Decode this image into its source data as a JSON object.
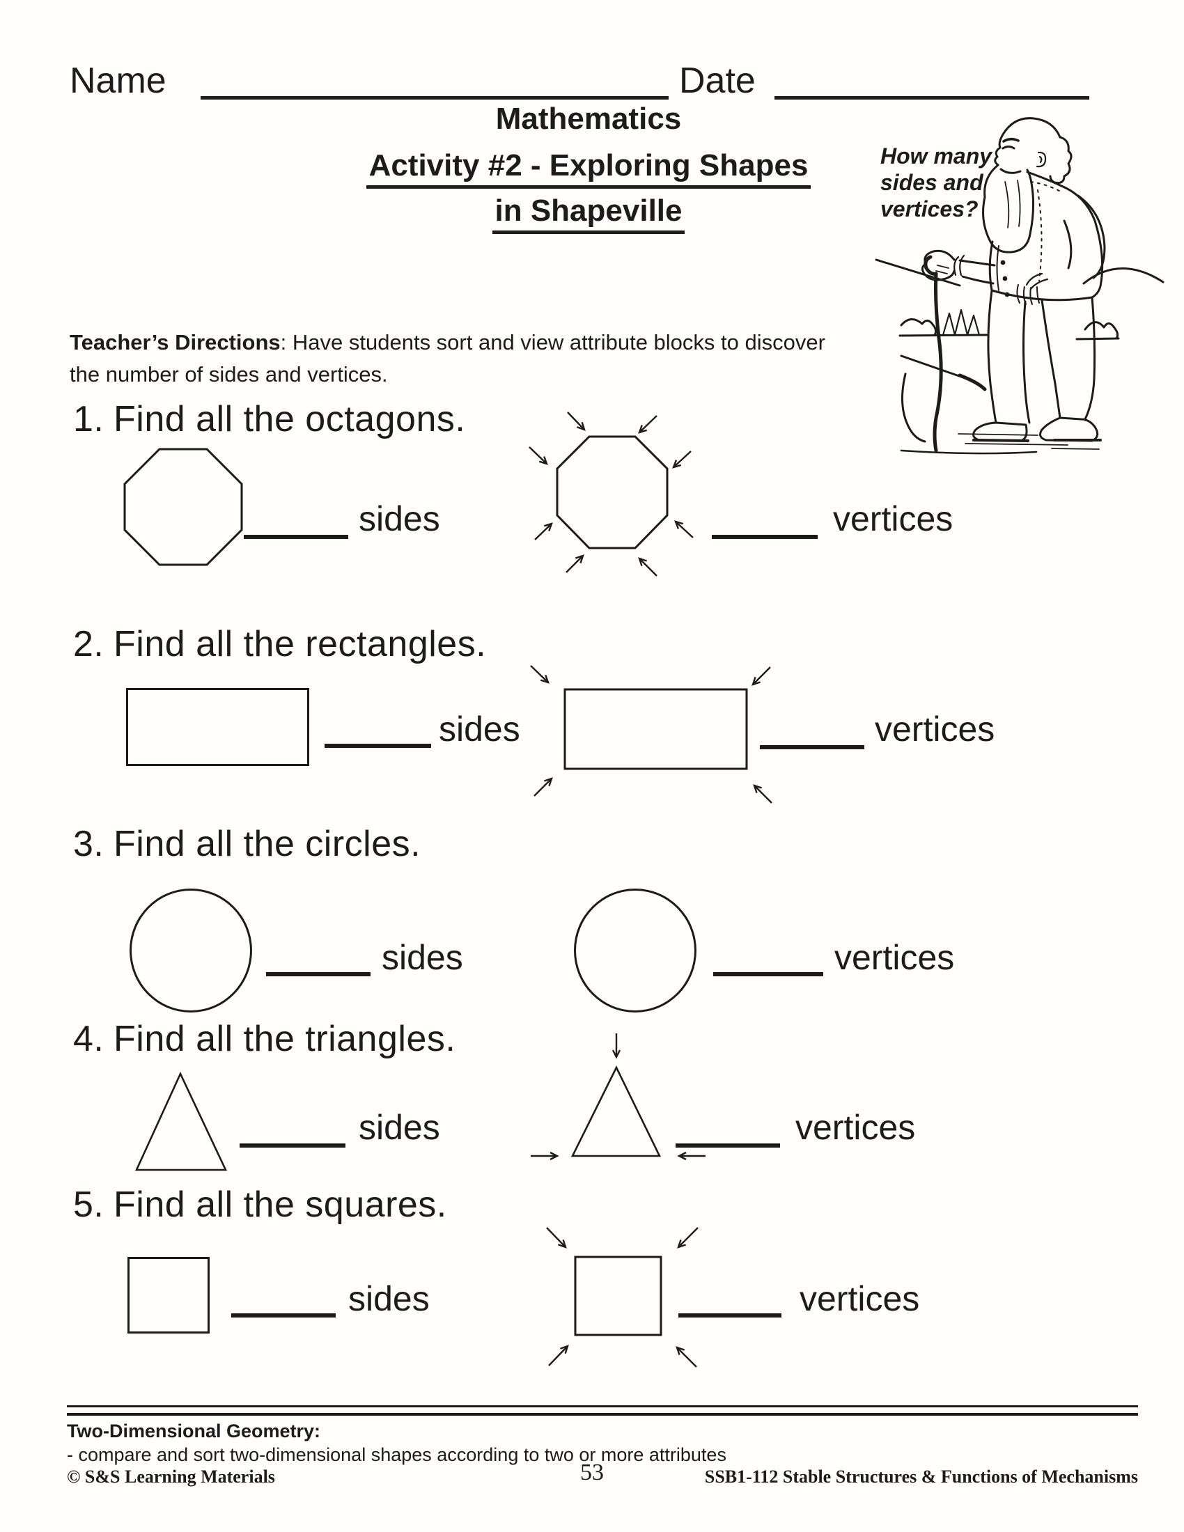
{
  "header": {
    "name_label": "Name",
    "date_label": "Date",
    "subject": "Mathematics",
    "title_line1": "Activity #2 - Exploring Shapes",
    "title_line2": "in Shapeville"
  },
  "illustration": {
    "caption_line1": "How many",
    "caption_line2": "sides and",
    "caption_line3": "vertices?"
  },
  "directions": {
    "label": "Teacher’s Directions",
    "text": ":  Have students sort and view attribute blocks to discover the number of sides and vertices."
  },
  "questions": [
    {
      "number": "1.",
      "prompt": "Find all the octagons.",
      "sides_label": "sides",
      "vertices_label": "vertices"
    },
    {
      "number": "2.",
      "prompt": "Find all the rectangles.",
      "sides_label": "sides",
      "vertices_label": "vertices"
    },
    {
      "number": "3.",
      "prompt": "Find all the circles.",
      "sides_label": "sides",
      "vertices_label": "vertices"
    },
    {
      "number": "4.",
      "prompt": "Find all the triangles.",
      "sides_label": "sides",
      "vertices_label": "vertices"
    },
    {
      "number": "5.",
      "prompt": "Find all the squares.",
      "sides_label": "sides",
      "vertices_label": "vertices"
    }
  ],
  "footer": {
    "strand_label": "Two-Dimensional Geometry:",
    "strand_detail": "- compare and sort two-dimensional shapes according to two or more attributes",
    "copyright": "© S&S Learning Materials",
    "page_number": "53",
    "product_code": "SSB1-112 Stable Structures & Functions of Mechanisms"
  },
  "ink_color": "#1c1c1c"
}
